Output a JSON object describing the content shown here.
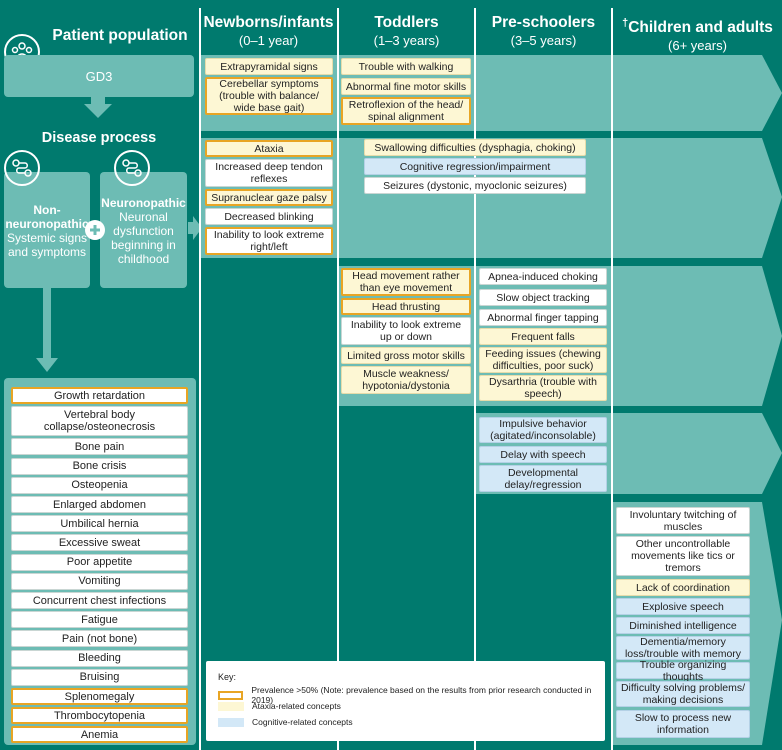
{
  "patient_population": {
    "title": "Patient population",
    "gd3": "GD3"
  },
  "disease_process": {
    "title": "Disease process",
    "non_bold1": "Non-",
    "non_bold2": "neuronopathic",
    "non_desc": "Systemic signs and symptoms",
    "neuro_bold": "Neuronopathic",
    "neuro_desc": "Neuronal dysfunction beginning in childhood"
  },
  "columns": [
    {
      "title": "Newborns/infants",
      "sub": "(0–1 year)"
    },
    {
      "title": "Toddlers",
      "sub": "(1–3 years)"
    },
    {
      "title": "Pre-schoolers",
      "sub": "(3–5 years)"
    },
    {
      "title": "Children and adults",
      "sub": "(6+ years)",
      "mark": "†"
    }
  ],
  "band1": {
    "newborns": [
      "Extrapyramidal signs",
      "Cerebellar symptoms (trouble with balance/ wide base gait)"
    ],
    "toddlers": [
      "Trouble with walking",
      "Abnormal fine motor skills",
      "Retroflexion of the head/ spinal alignment"
    ]
  },
  "band2": {
    "newborns": [
      "Ataxia",
      "Increased deep tendon reflexes",
      "Supranuclear gaze palsy",
      "Decreased blinking",
      "Inability to look extreme right/left"
    ],
    "spanning": [
      "Swallowing difficulties (dysphagia, choking)",
      "Cognitive regression/impairment",
      "Seizures (dystonic, myoclonic seizures)"
    ]
  },
  "band3": {
    "toddlers": [
      "Head movement rather than eye movement",
      "Head thrusting",
      "Inability to look extreme up or down",
      "Limited gross motor skills",
      "Muscle weakness/ hypotonia/dystonia"
    ],
    "preschool": [
      "Apnea-induced choking",
      "Slow object tracking",
      "Abnormal finger tapping",
      "Frequent falls",
      "Feeding issues (chewing difficulties, poor suck)",
      "Dysarthria (trouble with speech)"
    ]
  },
  "band4": {
    "preschool": [
      "Impulsive behavior (agitated/inconsolable)",
      "Delay with speech",
      "Developmental delay/regression"
    ]
  },
  "band5": {
    "adults": [
      "Involuntary twitching of muscles",
      "Other uncontrollable movements like tics or tremors",
      "Lack of coordination",
      "Explosive speech",
      "Diminished intelligence",
      "Dementia/memory loss/trouble with memory",
      "Trouble organizing thoughts",
      "Difficulty solving problems/ making decisions",
      "Slow to process new information"
    ]
  },
  "systemic": [
    "Growth retardation",
    "Vertebral body collapse/osteonecrosis",
    "Bone pain",
    "Bone crisis",
    "Osteopenia",
    "Enlarged abdomen",
    "Umbilical hernia",
    "Excessive sweat",
    "Poor appetite",
    "Vomiting",
    "Concurrent chest infections",
    "Fatigue",
    "Pain (not bone)",
    "Bleeding",
    "Bruising",
    "Splenomegaly",
    "Thrombocytopenia",
    "Anemia"
  ],
  "key": {
    "title": "Key:",
    "prevalence": "Prevalence >50% (Note: prevalence based on the results from prior research conducted in 2019)",
    "ataxia": "Ataxia-related concepts",
    "cognitive": "Cognitive-related concepts"
  },
  "colors": {
    "background": "#007a6e",
    "band": "#6dbcb4",
    "white_box": "#ffffff",
    "ataxia": "#fdf7d4",
    "cognitive": "#d3e8f7",
    "prevalence_border": "#e8a524"
  }
}
